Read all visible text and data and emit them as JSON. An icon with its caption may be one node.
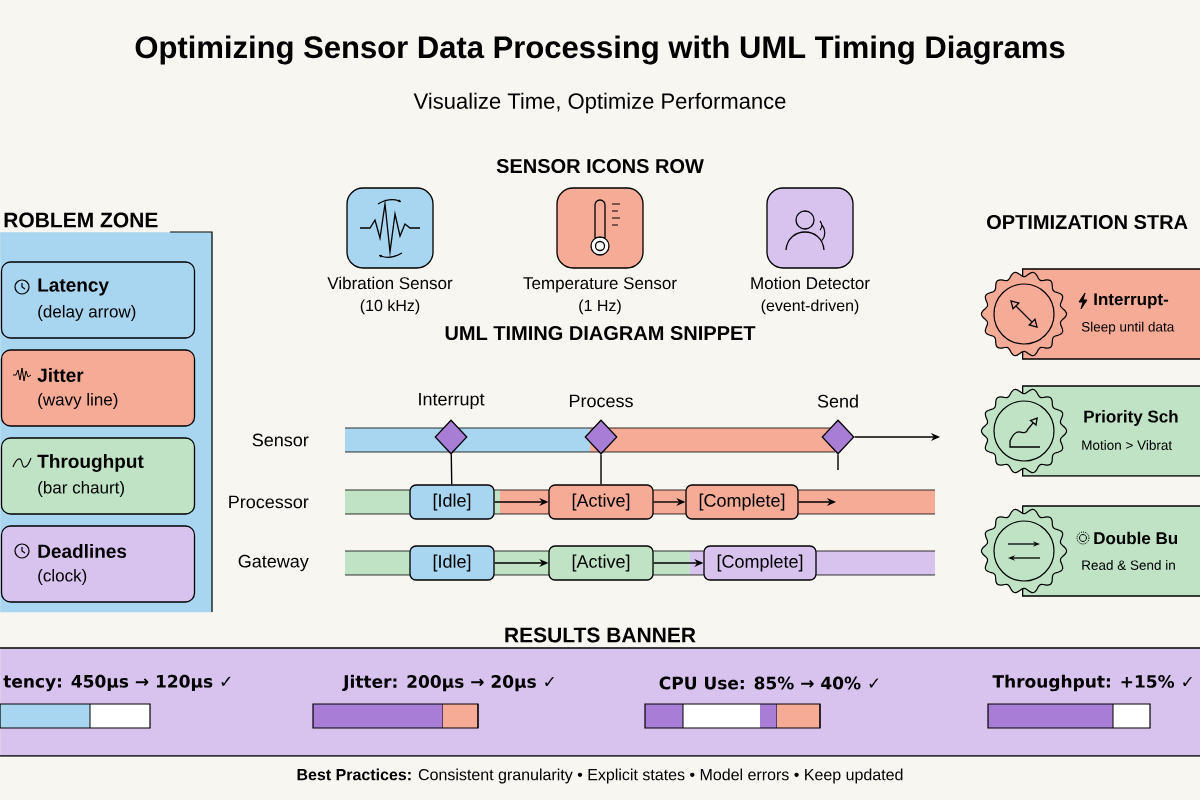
{
  "diagram": {
    "title": "Optimizing Sensor Data Processing with UML Timing Diagrams",
    "nodes": [
      {
        "text": [
          "ROBLEM ZONE"
        ]
      },
      {
        "text": [
          "Latency",
          "(delay arrow)"
        ],
        "in": 0
      },
      {
        "text": [
          "Jitter",
          "(wavy line)"
        ],
        "in": 0
      },
      {
        "text": [
          "Throughput",
          "(bar chaurt)"
        ],
        "in": 0
      },
      {
        "text": [
          "Deadlines",
          "(clock)"
        ],
        "in": 0
      },
      {
        "text": [
          "Vibration Sensor",
          "(10 kHz)"
        ]
      },
      {
        "text": [
          "Temperature Sensor",
          "(1 Hz)"
        ]
      },
      {
        "text": [
          "Motion Detector",
          "(event-driven)"
        ]
      },
      {
        "text": [],
        "shape": "diamond",
        "beside": [
          "Interrupt"
        ]
      },
      {
        "text": [],
        "shape": "diamond",
        "beside": [
          "Process"
        ]
      },
      {
        "text": [],
        "shape": "diamond",
        "beside": [
          "Send"
        ]
      },
      {
        "text": [
          "[Idle]"
        ]
      },
      {
        "text": [
          "[Active]"
        ]
      },
      {
        "text": [
          "[Complete]"
        ]
      },
      {
        "text": [
          "[Idle]"
        ]
      },
      {
        "text": [
          "[Active]"
        ]
      },
      {
        "text": [
          "[Complete]"
        ]
      },
      {
        "text": [
          "Interrupt-",
          "Sleep until data"
        ]
      },
      {
        "text": [
          "Priority Sch",
          "Motion > Vibrat"
        ]
      },
      {
        "text": [
          "Double Bu",
          "Read & Send in"
        ]
      },
      {
        "text": [
          "RESULTS BANNER"
        ]
      }
    ],
    "edges": [
      {
        "from": 8,
        "to": 11,
        "arrow": "none"
      },
      {
        "from": 9,
        "to": 12,
        "arrow": "none"
      },
      {
        "from": 10,
        "to": null,
        "arrow": "none"
      },
      {
        "from": 10,
        "to": null,
        "arrow": "to"
      },
      {
        "from": 11,
        "to": 12,
        "arrow": "to"
      },
      {
        "from": 12,
        "to": 13,
        "arrow": "to"
      },
      {
        "from": 13,
        "to": null,
        "arrow": "to"
      },
      {
        "from": 14,
        "to": 15,
        "arrow": "to"
      },
      {
        "from": 15,
        "to": 16,
        "arrow": "to"
      }
    ],
    "labels": [
      "Visualize Time, Optimize Performance",
      "SENSOR ICONS ROW",
      "UML TIMING DIAGRAM SNIPPET",
      "Sensor",
      "Processor",
      "Gateway",
      "OPTIMIZATION STRA",
      "tency: 450µs → 120µs ✓",
      "Jitter: 200µs → 20µs ✓",
      "CPU Use: 85% → 40% ✓",
      "Throughput: +15% ✓",
      "**Best Practices:** Consistent granularity • Explicit states • Model errors • Keep updated"
    ]
  }
}
